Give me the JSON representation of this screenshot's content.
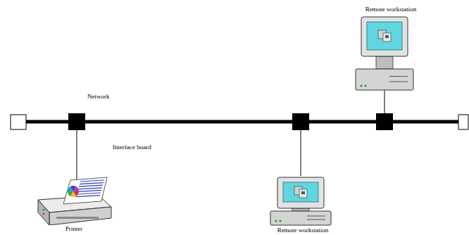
{
  "diagram": {
    "nodes": [
      {
        "text": [
          "Remote workstation"
        ]
      },
      {
        "text": [
          "Printer"
        ]
      },
      {
        "text": [
          "Remote workstation"
        ]
      }
    ],
    "labels": [
      "Network",
      "Interface board"
    ]
  }
}
